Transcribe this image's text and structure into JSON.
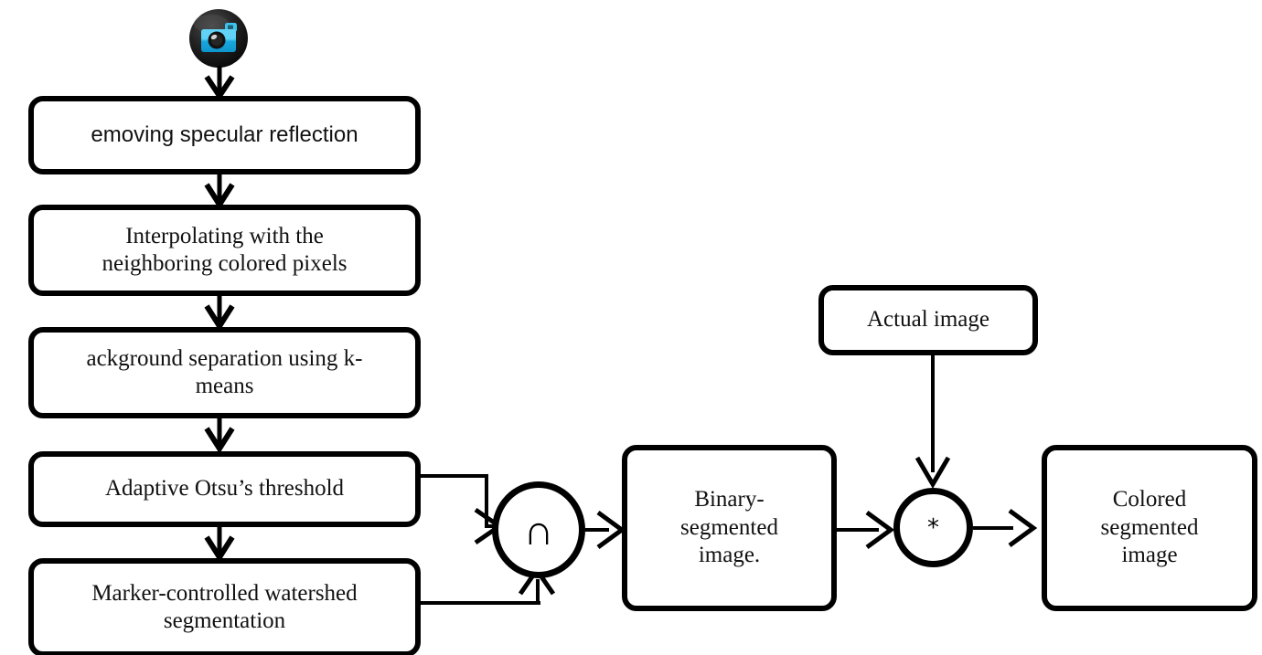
{
  "diagram": {
    "title": "Image segmentation pipeline flowchart",
    "background_color": "#ffffff",
    "stroke_color": "#000000",
    "nodes": {
      "camera": {
        "icon": "camera-icon",
        "badge_color": "#1c1c1c",
        "body_color": "#3ec6f0",
        "lens_color": "#141414"
      },
      "step1": {
        "label": "emoving specular reflection"
      },
      "step2": {
        "label": "Interpolating with the\nneighboring colored pixels"
      },
      "step3": {
        "label": "ackground separation using k-\nmeans"
      },
      "step4": {
        "label": "Adaptive Otsu’s threshold"
      },
      "step5": {
        "label": "Marker-controlled watershed\nsegmentation"
      },
      "intersection": {
        "symbol": "∩",
        "name": "intersection-operator"
      },
      "binary": {
        "label": "Binary-\nsegmented\nimage."
      },
      "actual": {
        "label": "Actual image"
      },
      "multiply": {
        "symbol": "*",
        "name": "multiply-operator"
      },
      "colored": {
        "label": "Colored\nsegmented\nimage"
      }
    },
    "edges": [
      {
        "from": "camera",
        "to": "step1"
      },
      {
        "from": "step1",
        "to": "step2"
      },
      {
        "from": "step2",
        "to": "step3"
      },
      {
        "from": "step3",
        "to": "step4"
      },
      {
        "from": "step4",
        "to": "step5"
      },
      {
        "from": "step4",
        "to": "intersection"
      },
      {
        "from": "step5",
        "to": "intersection"
      },
      {
        "from": "intersection",
        "to": "binary"
      },
      {
        "from": "binary",
        "to": "multiply"
      },
      {
        "from": "actual",
        "to": "multiply"
      },
      {
        "from": "multiply",
        "to": "colored"
      }
    ]
  }
}
